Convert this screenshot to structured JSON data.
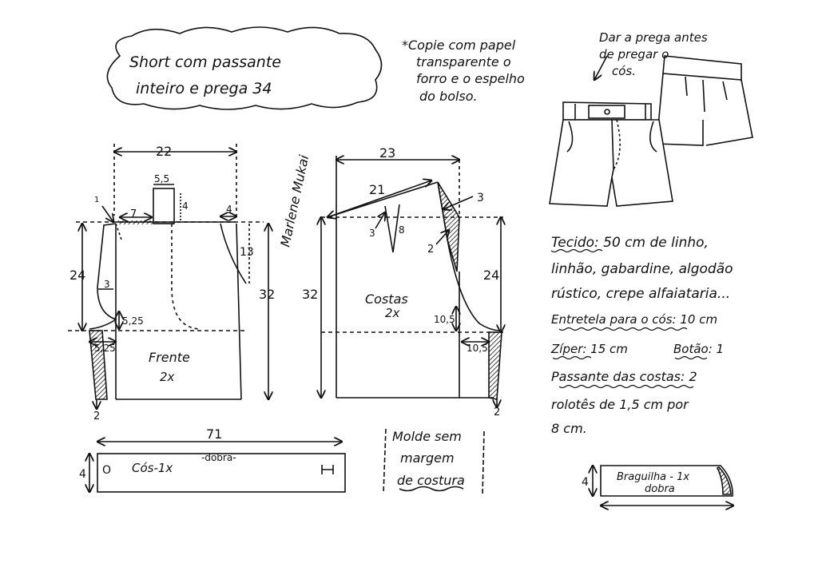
{
  "title": {
    "line1": "Short    com  passante",
    "line2": "inteiro  e  prega  34"
  },
  "copy_note": [
    "*Copie com papel",
    "transparente o",
    "forro e o espelho",
    "do bolso."
  ],
  "sketch_note": [
    "Dar a prega antes",
    "de pregar  o",
    "cós."
  ],
  "signature": "Marlene Mukai",
  "front": {
    "label": "Frente",
    "qty": "2x",
    "dim_width": "22",
    "dim_tab_width": "5,5",
    "dim_tab_height": "4",
    "dim_pleat_offset": "7",
    "dim_right_top": "4",
    "dim_right_curve": "13",
    "dim_rise": "24",
    "dim_length": "32",
    "dim_crotch": "5,25",
    "dim_crotch_depth": "5,25",
    "dim_curve_in": "3",
    "dim_hem": "2",
    "dim_top_small": "1"
  },
  "back": {
    "label": "Costas",
    "qty": "2x",
    "dim_width": "23",
    "dim_dart_span": "21",
    "dim_dart_top": "3",
    "dim_dart_left": "3",
    "dim_dart_len": "8",
    "dim_dart_side": "2",
    "dim_rise": "24",
    "dim_length": "32",
    "dim_crotch": "10,5",
    "dim_crotch_depth": "10,5",
    "dim_hem": "2"
  },
  "waistband": {
    "label": "Cós-1x",
    "fold": "-dobra-",
    "length": "71",
    "height": "4",
    "button": "O"
  },
  "no_seam_note": [
    "Molde sem",
    "margem",
    "de costura"
  ],
  "fabric_note": {
    "l1": "Tecido: 50 cm de linho,",
    "l2": "linhão, gabardine, algodão",
    "l3": "rústico, crepe alfaiataria...",
    "l4": "Entretela para o cós: 10 cm",
    "l5a": "Zíper: 15 cm",
    "l5b": "Botão: 1",
    "l6": "Passante das costas: 2",
    "l7": "rolotês de 1,5 cm por",
    "l8": "8 cm."
  },
  "fly": {
    "label": "Braguilha - 1x",
    "fold": "dobra",
    "height": "4"
  }
}
